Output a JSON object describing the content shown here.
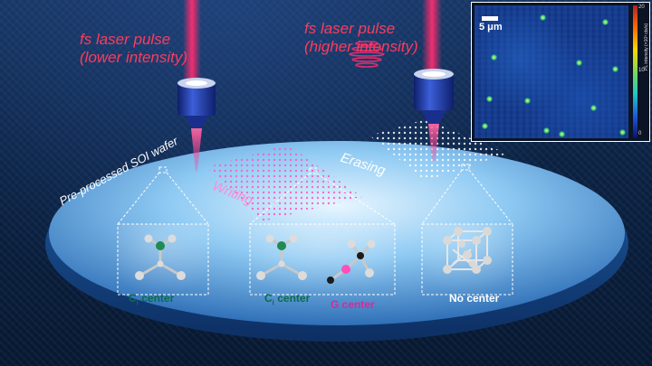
{
  "labels": {
    "pulse_low_line1": "fs laser pulse",
    "pulse_low_line2": "(lower intensity)",
    "pulse_high_line1": "fs laser pulse",
    "pulse_high_line2": "(higher intensity)",
    "wafer": "Pre-processed SOI wafer",
    "writing": "Writing",
    "erasing": "Erasing"
  },
  "centers": [
    {
      "prefix": "C",
      "sub": "i",
      "suffix": " center",
      "color": "#0b6b4a"
    },
    {
      "prefix": "C",
      "sub": "i",
      "suffix": " center",
      "color": "#0b6b4a"
    },
    {
      "prefix": "G center",
      "sub": "",
      "suffix": "",
      "color": "#e0259a"
    },
    {
      "prefix": "No center",
      "sub": "",
      "suffix": "",
      "color": "#ffffff"
    }
  ],
  "inset": {
    "scale_label": "5 μm",
    "colorbar_ticks": [
      "20",
      "10",
      "0"
    ],
    "colorbar_label": "PL intensity (×10³ cts/s)"
  },
  "colors": {
    "laser": "#ff2d6f",
    "wafer": "#b9e2ff",
    "carbon": "#1f8a52",
    "g_center": "#ff4fb7"
  }
}
